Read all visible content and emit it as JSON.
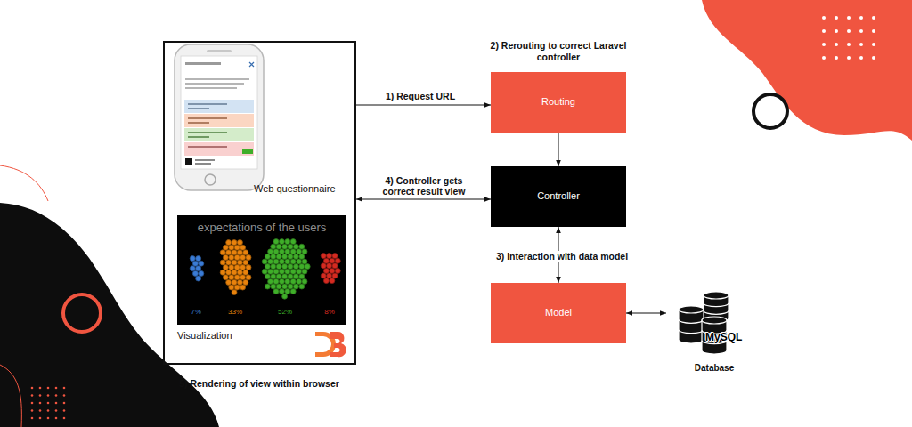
{
  "diagram": {
    "nodes": [
      {
        "text": [
          "Web questionnaire",
          "Visualization"
        ]
      },
      {
        "text": [
          "expectations of the users",
          "7%",
          "33%",
          "52%",
          "8%"
        ],
        "in": 0
      },
      {
        "text": [
          "Routing",
          "2) Rerouting to correct Laravel controller"
        ]
      },
      {
        "text": [
          "Controller"
        ]
      },
      {
        "text": [
          "Model"
        ]
      },
      {
        "text": [
          "MySQL",
          "Database"
        ]
      }
    ],
    "edges": [
      {
        "from": 0,
        "to": 2,
        "label": "1) Request URL",
        "arrow": "to"
      },
      {
        "from": 2,
        "to": 3,
        "arrow": "to"
      },
      {
        "from": 3,
        "to": 0,
        "label": "4) Controller gets correct result view",
        "arrow": "both"
      },
      {
        "from": 3,
        "to": 4,
        "label": "3) Interaction with data model",
        "arrow": "both"
      },
      {
        "from": 4,
        "to": 5,
        "arrow": "both"
      }
    ],
    "labels": [
      "5) Rendering of view within browser"
    ]
  }
}
